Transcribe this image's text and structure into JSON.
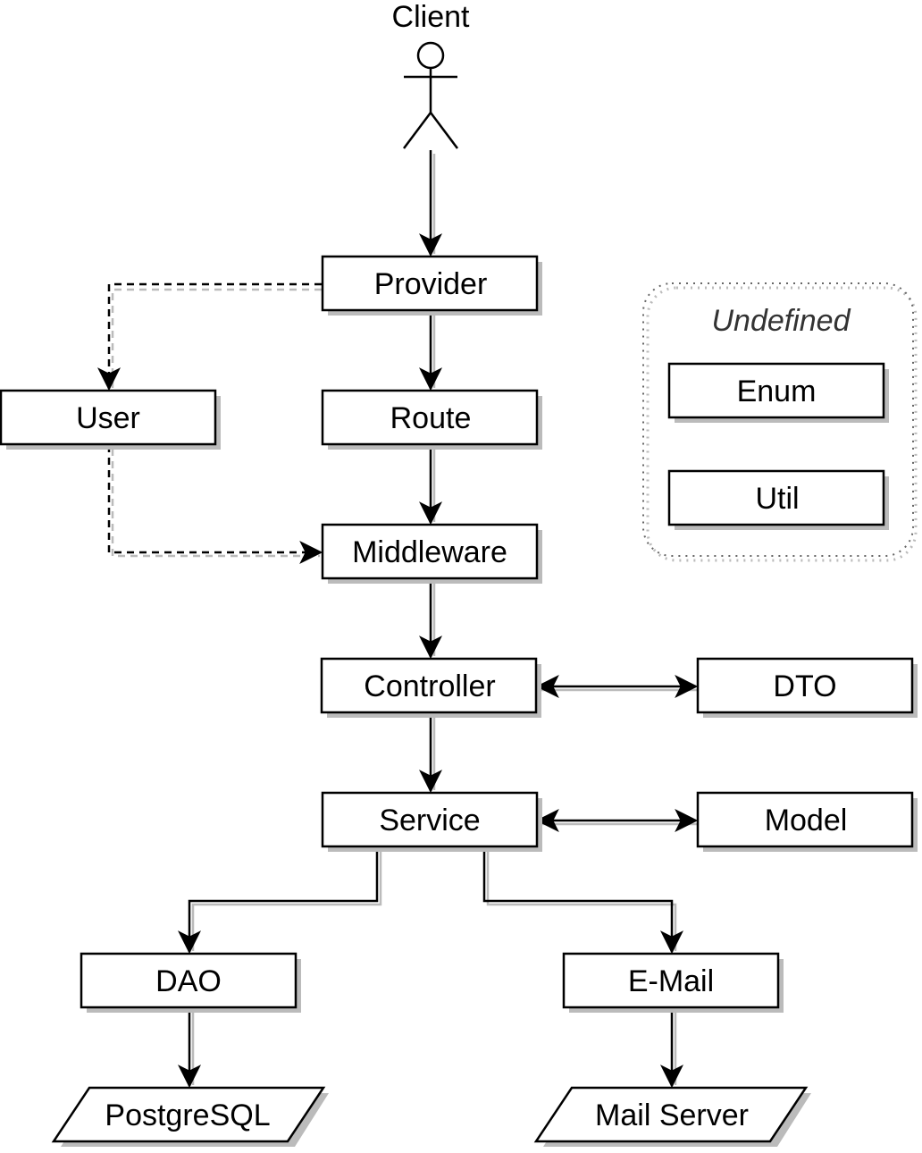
{
  "actor": {
    "label": "Client"
  },
  "nodes": {
    "provider": "Provider",
    "user": "User",
    "route": "Route",
    "middleware": "Middleware",
    "controller": "Controller",
    "dto": "DTO",
    "service": "Service",
    "model": "Model",
    "dao": "DAO",
    "email": "E-Mail",
    "postgresql": "PostgreSQL",
    "mail_server": "Mail Server"
  },
  "group": {
    "title": "Undefined",
    "items": {
      "enum": "Enum",
      "util": "Util"
    }
  },
  "colors": {
    "stroke": "#000000",
    "shadow": "#bbbbbb",
    "fill": "#ffffff",
    "group_border": "#888888"
  }
}
